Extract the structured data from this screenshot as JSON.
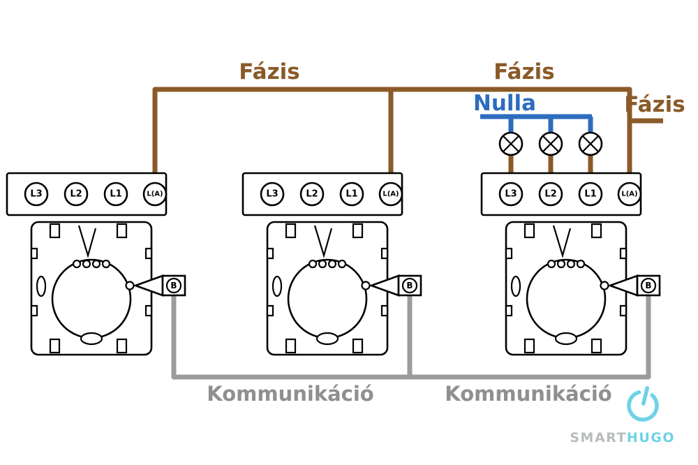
{
  "colors": {
    "phase": "#8a5a28",
    "neutral": "#2d6cbe",
    "comm": "#9c9c9c",
    "comm_text": "#8f8f8f",
    "outline": "#000000",
    "logo_teal": "#6fd2e6",
    "logo_gray": "#b9bcbe"
  },
  "labels": {
    "phase_1": "Fázis",
    "phase_2": "Fázis",
    "phase_3": "Fázis",
    "neutral": "Nulla",
    "comm_1": "Kommunikáció",
    "comm_2": "Kommunikáció"
  },
  "switches": [
    {
      "terminals": [
        "L3",
        "L2",
        "L1",
        "L(A)"
      ],
      "b_label": "B"
    },
    {
      "terminals": [
        "L3",
        "L2",
        "L1",
        "L(A)"
      ],
      "b_label": "B"
    },
    {
      "terminals": [
        "L3",
        "L2",
        "L1",
        "L(A)"
      ],
      "b_label": "B"
    }
  ],
  "logo": {
    "smart": "SMART",
    "hugo": "HUGO"
  }
}
